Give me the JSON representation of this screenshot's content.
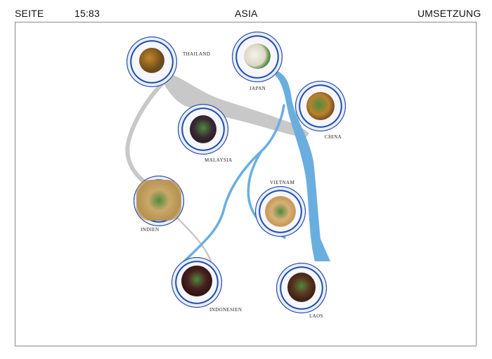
{
  "header": {
    "page_label": "SEITE",
    "time": "15:83",
    "title": "ASIA",
    "right_label": "UMSETZUNG"
  },
  "dishes": [
    {
      "key": "thailand",
      "label": "THAILAND"
    },
    {
      "key": "japan",
      "label": "JAPAN"
    },
    {
      "key": "china",
      "label": "CHINA"
    },
    {
      "key": "malaysia",
      "label": "MALAYSIA"
    },
    {
      "key": "vietnam",
      "label": "VIETNAM"
    },
    {
      "key": "indien",
      "label": "INDIEN"
    },
    {
      "key": "indonesien",
      "label": "INDONESIEN"
    },
    {
      "key": "laos",
      "label": "LAOS"
    }
  ],
  "colors": {
    "river_blue": "#6aaee0",
    "river_gray": "#c8c8c8",
    "plate_blue": "#1f4fb0",
    "frame": "#8a8a8a"
  }
}
